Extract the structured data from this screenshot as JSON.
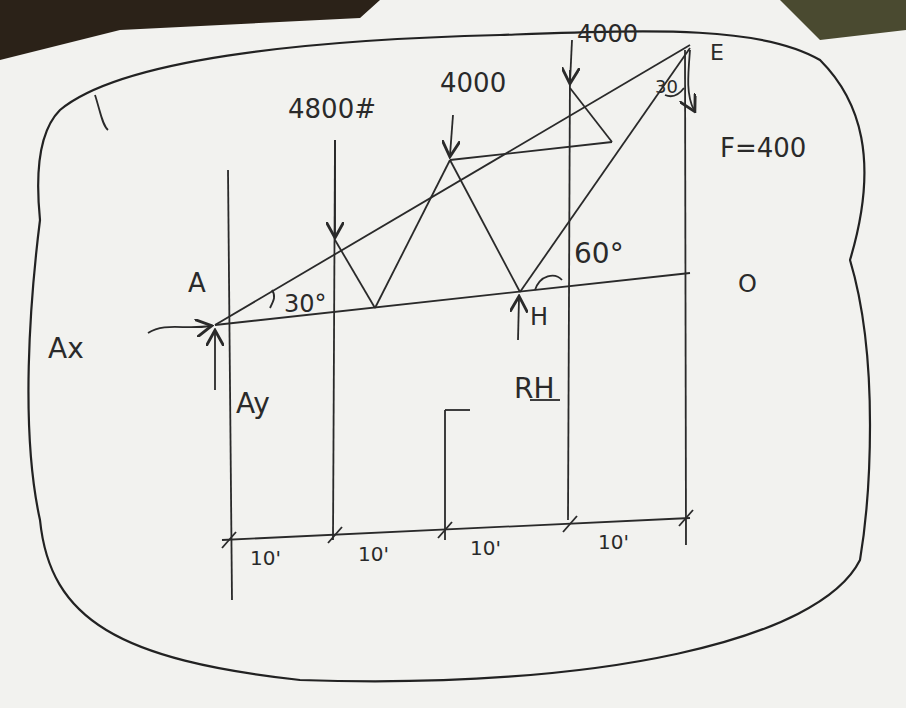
{
  "diagram": {
    "labels": [
      "4800#",
      "4000",
      "4000",
      "E",
      "30",
      "F=400",
      "60°",
      "30°",
      "A",
      "H",
      "Ax",
      "Ay",
      "RH",
      "O",
      "10'",
      "10'",
      "10'",
      "10'"
    ]
  }
}
